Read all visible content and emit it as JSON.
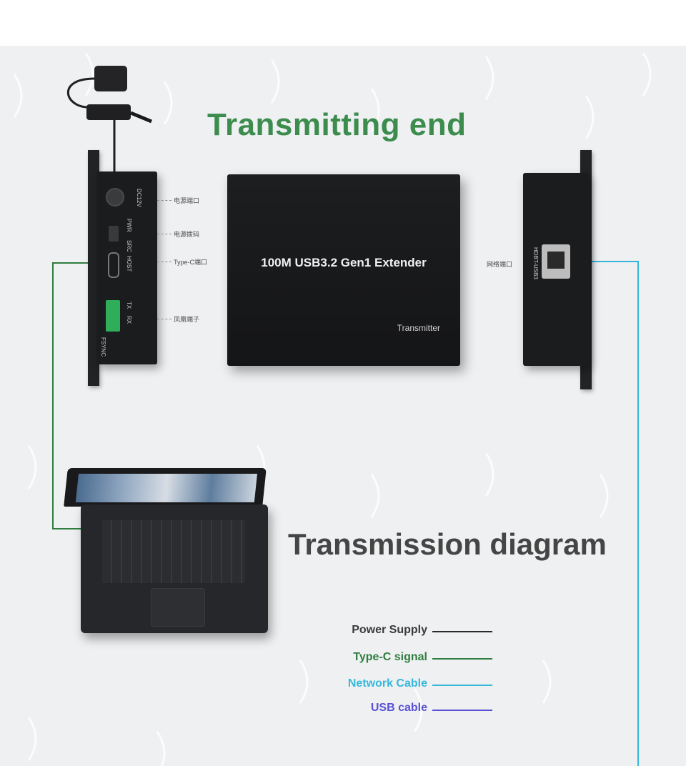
{
  "titles": {
    "transmitting_end": "Transmitting end",
    "transmission_diagram": "Transmission diagram"
  },
  "device": {
    "name": "100M USB3.2 Gen1 Extender",
    "role": "Transmitter"
  },
  "left_panel": {
    "port_labels": [
      "DC12V",
      "PWR",
      "SRC",
      "HOST",
      "TX",
      "RX",
      "FSYNC"
    ],
    "callouts": [
      "电源端口",
      "电源拨码",
      "Type-C端口",
      "凤凰端子"
    ]
  },
  "right_panel": {
    "port_label": "HDBT-USB3",
    "callout": "网络端口"
  },
  "legend": [
    {
      "label": "Power Supply",
      "color": "#2b2b2b"
    },
    {
      "label": "Type-C signal",
      "color": "#2f7d3f"
    },
    {
      "label": "Network Cable",
      "color": "#37b8db"
    },
    {
      "label": "USB cable",
      "color": "#5a50d6"
    }
  ],
  "colors": {
    "title_green": "#3c8c4e",
    "title_gray": "#454545",
    "device_black": "#1b1c1e"
  }
}
